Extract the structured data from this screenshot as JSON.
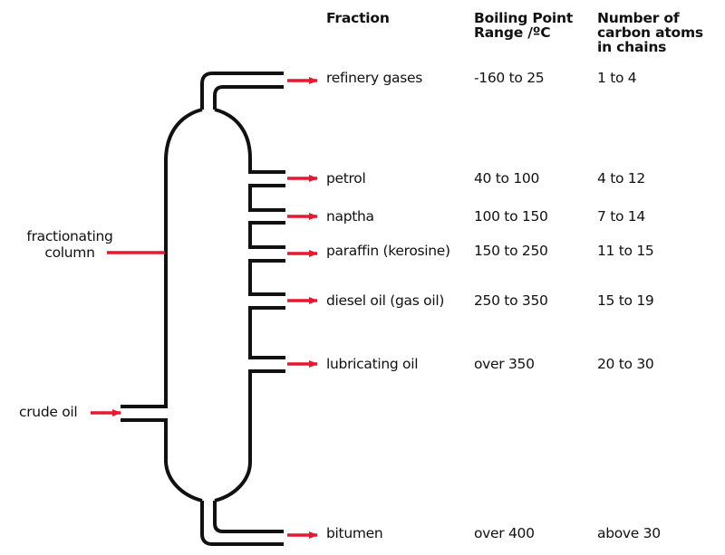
{
  "headers": {
    "fraction": "Fraction",
    "boiling_point_line1": "Boiling Point",
    "boiling_point_line2": "Range /ºC",
    "carbon_line1": "Number of",
    "carbon_line2": "carbon atoms",
    "carbon_line3": "in chains"
  },
  "labels": {
    "column_line1": "fractionating",
    "column_line2": "column",
    "input": "crude oil"
  },
  "colors": {
    "outline": "#111111",
    "arrow": "#e8172f",
    "text": "#111111"
  },
  "fractions": [
    {
      "name": "refinery gases",
      "boiling": "-160 to 25",
      "carbons": "1 to 4"
    },
    {
      "name": "petrol",
      "boiling": "40 to 100",
      "carbons": "4 to 12"
    },
    {
      "name": "naptha",
      "boiling": "100 to 150",
      "carbons": "7 to 14"
    },
    {
      "name": "paraffin (kerosine)",
      "boiling": "150 to 250",
      "carbons": "11 to 15"
    },
    {
      "name": "diesel oil (gas oil)",
      "boiling": "250 to 350",
      "carbons": "15 to 19"
    },
    {
      "name": "lubricating oil",
      "boiling": "over 350",
      "carbons": "20 to 30"
    },
    {
      "name": "bitumen",
      "boiling": "over 400",
      "carbons": "above 30"
    }
  ]
}
